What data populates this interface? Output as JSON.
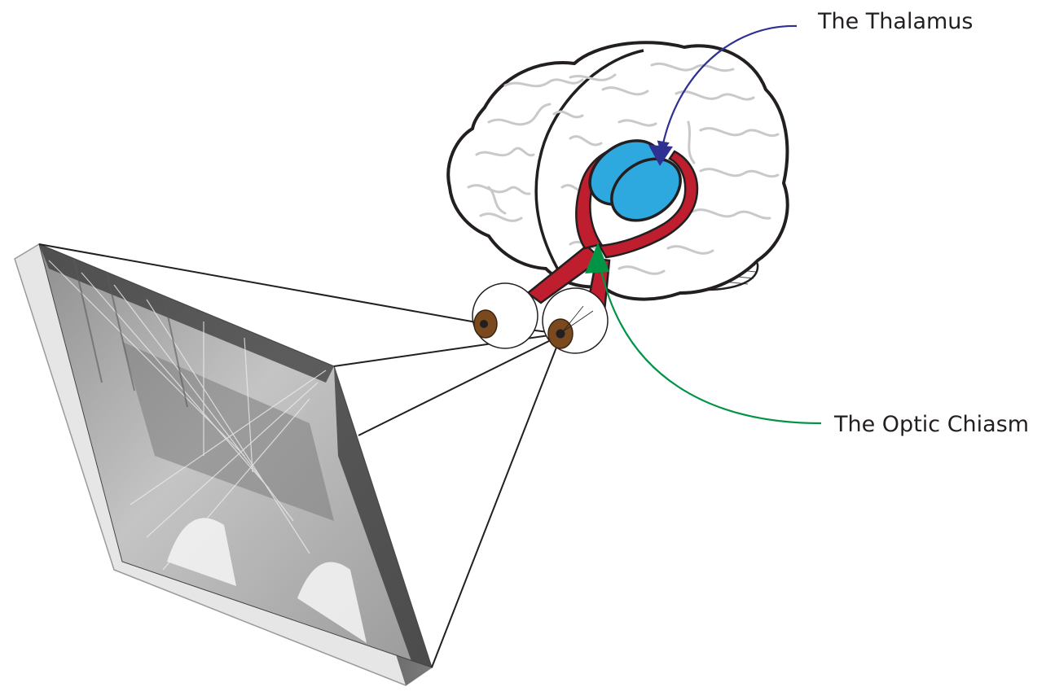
{
  "labels": {
    "thalamus": "The Thalamus",
    "optic_chiasm": "The Optic Chiasm"
  },
  "colors": {
    "thalamus_fill": "#2ea9e0",
    "optic_nerve": "#bf1e2e",
    "thalamus_arrow": "#2e3192",
    "chiasm_arrow": "#009444",
    "iris": "#7a4a1e",
    "outline": "#231f20"
  },
  "icons": {
    "brain": "brain-outline",
    "eyes": "eyeball-pair",
    "scene": "bridge-photo-panel"
  }
}
